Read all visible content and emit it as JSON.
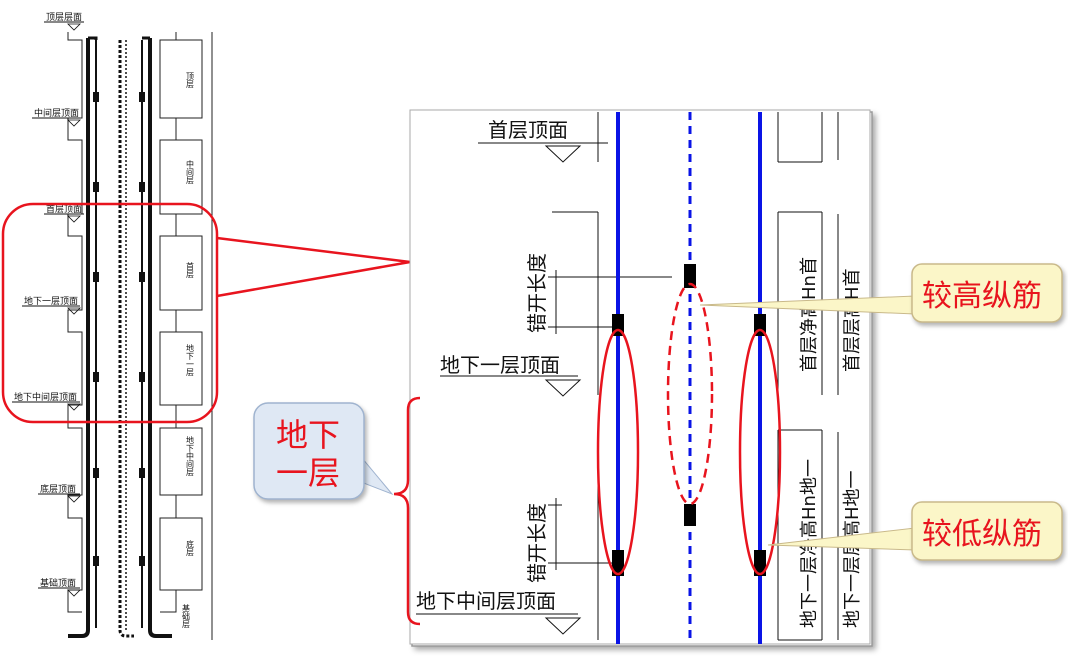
{
  "left": {
    "levels": [
      "顶层层面",
      "中间层顶面",
      "首层顶面",
      "地下一层顶面",
      "地下中间层顶面",
      "底层顶面",
      "基础顶面"
    ],
    "storeys": [
      "顶层",
      "中间层",
      "首层",
      "地下一层",
      "地下中间层",
      "底层",
      "基础层"
    ]
  },
  "detail": {
    "level_top": "首层顶面",
    "level_b1": "地下一层顶面",
    "level_mid": "地下中间层顶面",
    "lap_upper": "错开长度",
    "lap_lower": "错开长度",
    "dim_clear": "首层净高Hn首",
    "dim_storey": "首层层高H首",
    "dim_b1_clear": "地下一层净高Hn地一",
    "dim_b1_storey": "地下一层层高H地一"
  },
  "callouts": {
    "upper": "较高纵筋",
    "lower": "较低纵筋",
    "b1_line1": "地下",
    "b1_line2": "一层"
  },
  "colors": {
    "bar": "#0a14e6",
    "highlight": "#e8141e",
    "callout_fill": "#fbf6c8",
    "callout_border": "#c9b98a"
  }
}
